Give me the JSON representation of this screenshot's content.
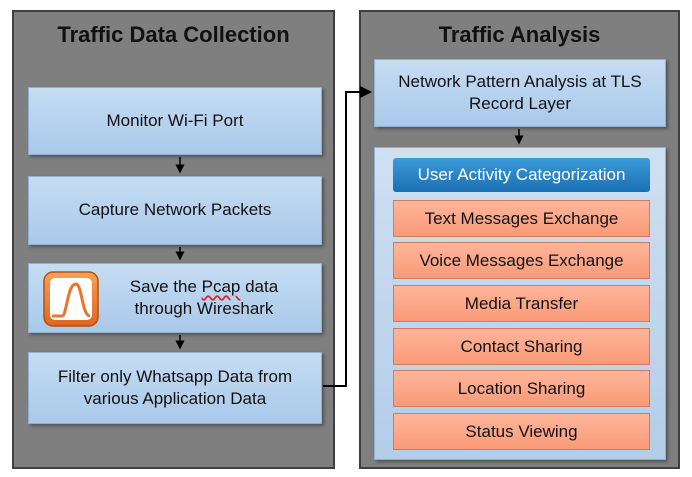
{
  "left_panel": {
    "title": "Traffic Data Collection",
    "steps": {
      "monitor": "Monitor Wi-Fi Port",
      "capture": "Capture Network Packets",
      "save_line1_pre": "Save the ",
      "save_line1_word": "Pcap",
      "save_line1_post": " data",
      "save_line2": "through Wireshark",
      "filter_line1": "Filter only Whatsapp Data from",
      "filter_line2": "various Application Data"
    },
    "logo_icon": "wireshark-icon"
  },
  "right_panel": {
    "title": "Traffic Analysis",
    "tls_line1": "Network Pattern Analysis at TLS",
    "tls_line2": "Record Layer",
    "categorization": {
      "header": "User Activity Categorization",
      "items": [
        "Text Messages Exchange",
        "Voice Messages Exchange",
        "Media Transfer",
        "Contact Sharing",
        "Location Sharing",
        "Status Viewing"
      ]
    }
  },
  "colors": {
    "panel_bg": "#7f7f7f",
    "step_box": "#b8d3ee",
    "header_blue": "#1f7bc1",
    "activity_orange": "#fbaa8a",
    "logo_orange": "#f07b2c"
  }
}
